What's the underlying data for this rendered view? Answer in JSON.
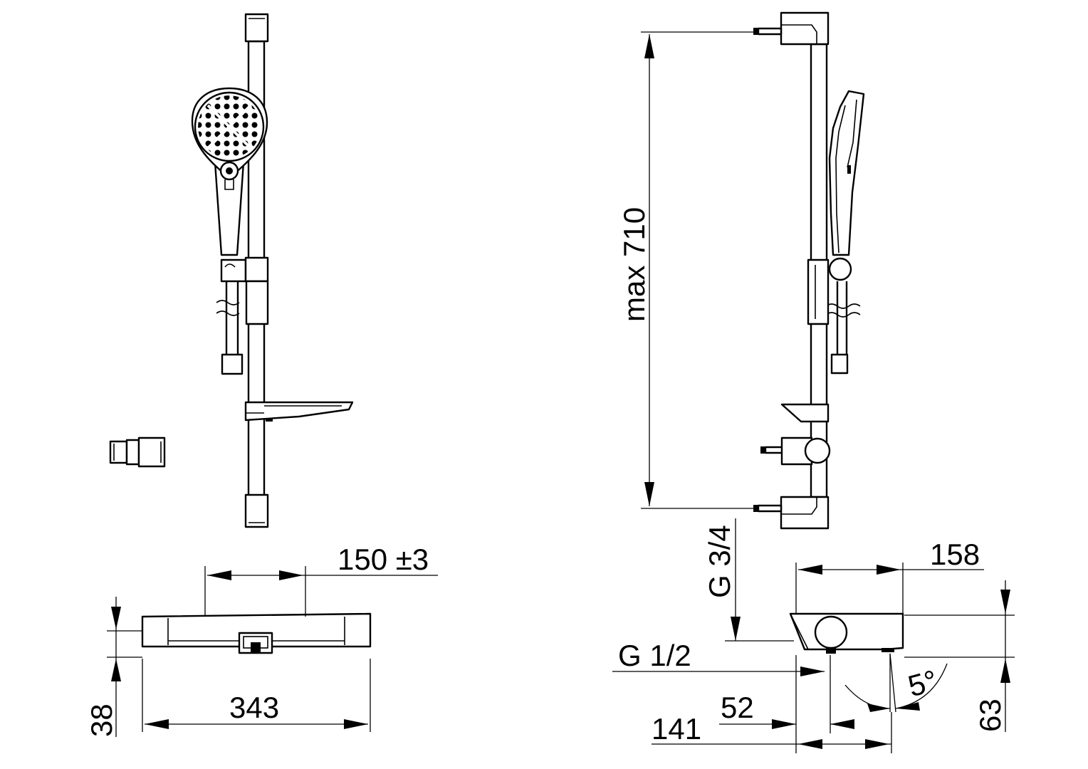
{
  "dimensions": {
    "bar_height": "max 710",
    "holder_spacing": "150 ±3",
    "width": "343",
    "depth_left": "38",
    "connection_top": "G 3/4",
    "connection_bottom": "G 1/2",
    "depth_top": "158",
    "depth_bottom": "141",
    "offset": "52",
    "angle": "5°",
    "height_right": "63"
  },
  "views": [
    "front-view",
    "side-view",
    "top-view-left",
    "top-view-right",
    "spare-holder"
  ]
}
